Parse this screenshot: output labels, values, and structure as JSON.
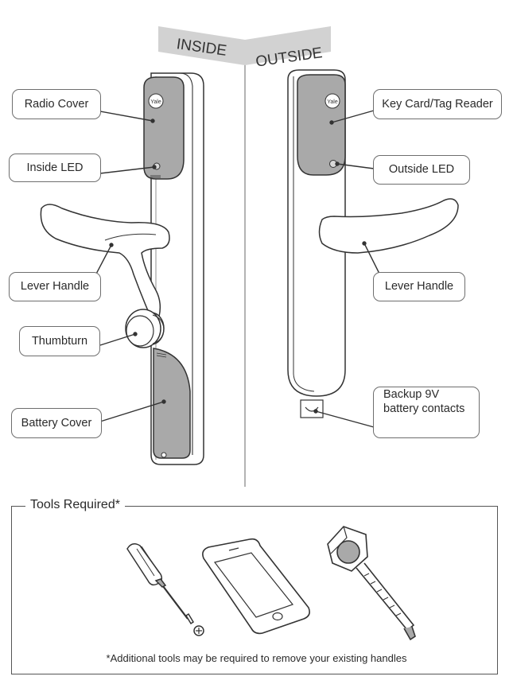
{
  "banner": {
    "inside": "INSIDE",
    "outside": "OUTSIDE"
  },
  "brand": {
    "logo_text": "Yale"
  },
  "inside_labels": {
    "radio_cover": "Radio Cover",
    "inside_led": "Inside LED",
    "lever_handle": "Lever Handle",
    "thumbturn": "Thumbturn",
    "battery_cover": "Battery Cover"
  },
  "outside_labels": {
    "reader": "Key Card/Tag Reader",
    "outside_led": "Outside LED",
    "lever_handle": "Lever Handle",
    "battery_contacts_line1": "Backup 9V",
    "battery_contacts_line2": "battery contacts"
  },
  "tools": {
    "title": "Tools Required*",
    "note": "*Additional tools may be required to remove your existing handles",
    "items": [
      "screwdriver-icon",
      "smartphone-icon",
      "tape-measure-icon"
    ]
  },
  "colors": {
    "cover_gray": "#a9a9a9",
    "banner_gray": "#cfcfcf",
    "outline": "#333333"
  }
}
